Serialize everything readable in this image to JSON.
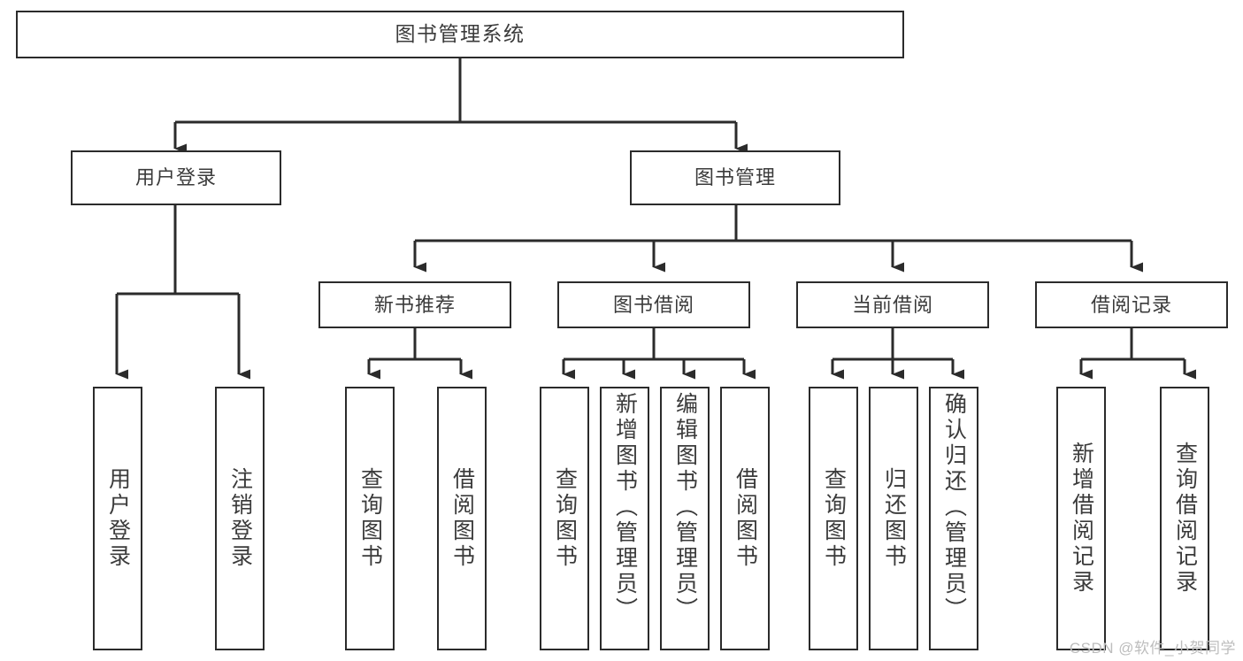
{
  "diagram": {
    "type": "hierarchy-tree",
    "title": "图书管理系统",
    "root": {
      "label": "图书管理系统"
    },
    "level2": [
      {
        "label": "用户登录"
      },
      {
        "label": "图书管理"
      }
    ],
    "level3": [
      {
        "label": "新书推荐"
      },
      {
        "label": "图书借阅"
      },
      {
        "label": "当前借阅"
      },
      {
        "label": "借阅记录"
      }
    ],
    "leaves": {
      "user_login": [
        {
          "label": "用户登录"
        },
        {
          "label": "注销登录"
        }
      ],
      "new_book_recommend": [
        {
          "label": "查询图书"
        },
        {
          "label": "借阅图书"
        }
      ],
      "book_borrow": [
        {
          "label": "查询图书"
        },
        {
          "label": "新增图书（管理员）"
        },
        {
          "label": "编辑图书（管理员）"
        },
        {
          "label": "借阅图书"
        }
      ],
      "current_borrow": [
        {
          "label": "查询图书"
        },
        {
          "label": "归还图书"
        },
        {
          "label": "确认归还（管理员）"
        }
      ],
      "borrow_record": [
        {
          "label": "新增借阅记录"
        },
        {
          "label": "查询借阅记录"
        }
      ]
    }
  },
  "watermark": {
    "text": "CSDN @软件_小贺同学"
  },
  "colors": {
    "background": "#ffffff",
    "box_border": "#2b2b2b",
    "box_fill": "#ffffff",
    "text": "#3b3b3b",
    "connector": "#2b2b2b",
    "watermark": "#bdbdbd"
  }
}
